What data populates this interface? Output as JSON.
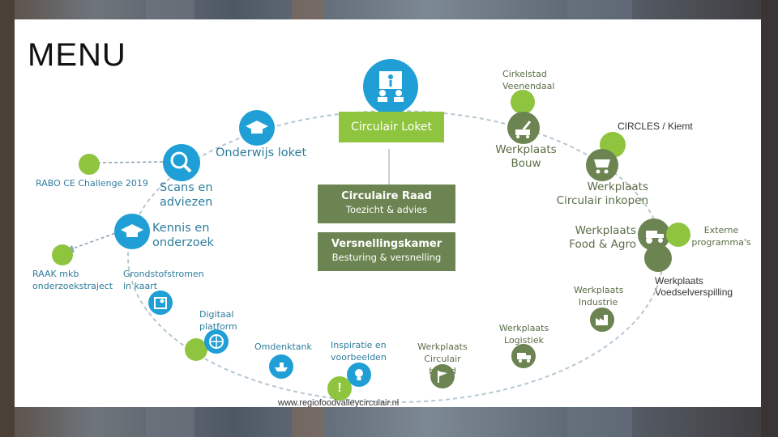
{
  "title": "MENU",
  "colors": {
    "green": "#8fc43f",
    "blue": "#1f9fd6",
    "olive": "#6c8451",
    "gray_text": "#3f4a57"
  },
  "center": {
    "loket": "Circulair Loket",
    "raad_title": "Circulaire Raad",
    "raad_sub": "Toezicht & advies",
    "kamer_title": "Versnellingskamer",
    "kamer_sub": "Besturing & versnelling"
  },
  "left": {
    "onderwijs": "Onderwijs loket",
    "scans": "Scans en adviezen",
    "kennis": "Kennis en onderzoek",
    "grondstof": "Grondstofstromen in kaart",
    "digitaal": "Digitaal platform",
    "omdenktank": "Omdenktank",
    "inspiratie": "Inspiratie en voorbeelden",
    "rabo": "RABO CE Challenge 2019",
    "raak": "RAAK mkb onderzoekstraject"
  },
  "right": {
    "cirkelstad": "Cirkelstad Veenendaal",
    "bouw": "Werkplaats Bouw",
    "inkopen": "Werkplaats Circulair inkopen",
    "food": "Werkplaats Food & Agro",
    "externe": "Externe programma's",
    "industrie": "Werkplaats Industrie",
    "logistiek": "Werkplaats Logistiek",
    "beleid": "Werkplaats Circulair beleid"
  },
  "overlay": {
    "circles": "CIRCLES / Kiemt",
    "voedsel": "Werkplaats Voedselverspilling",
    "url": "www.regiofoodvalleycirculair.nl"
  },
  "icons": [
    "info-board-icon",
    "graduation-cap-icon",
    "search-icon",
    "map-icon",
    "globe-icon",
    "boat-icon",
    "lightbulb-icon",
    "flag-icon",
    "truck-icon",
    "factory-icon",
    "tractor-icon",
    "cart-icon",
    "crane-icon",
    "exclamation-icon"
  ]
}
